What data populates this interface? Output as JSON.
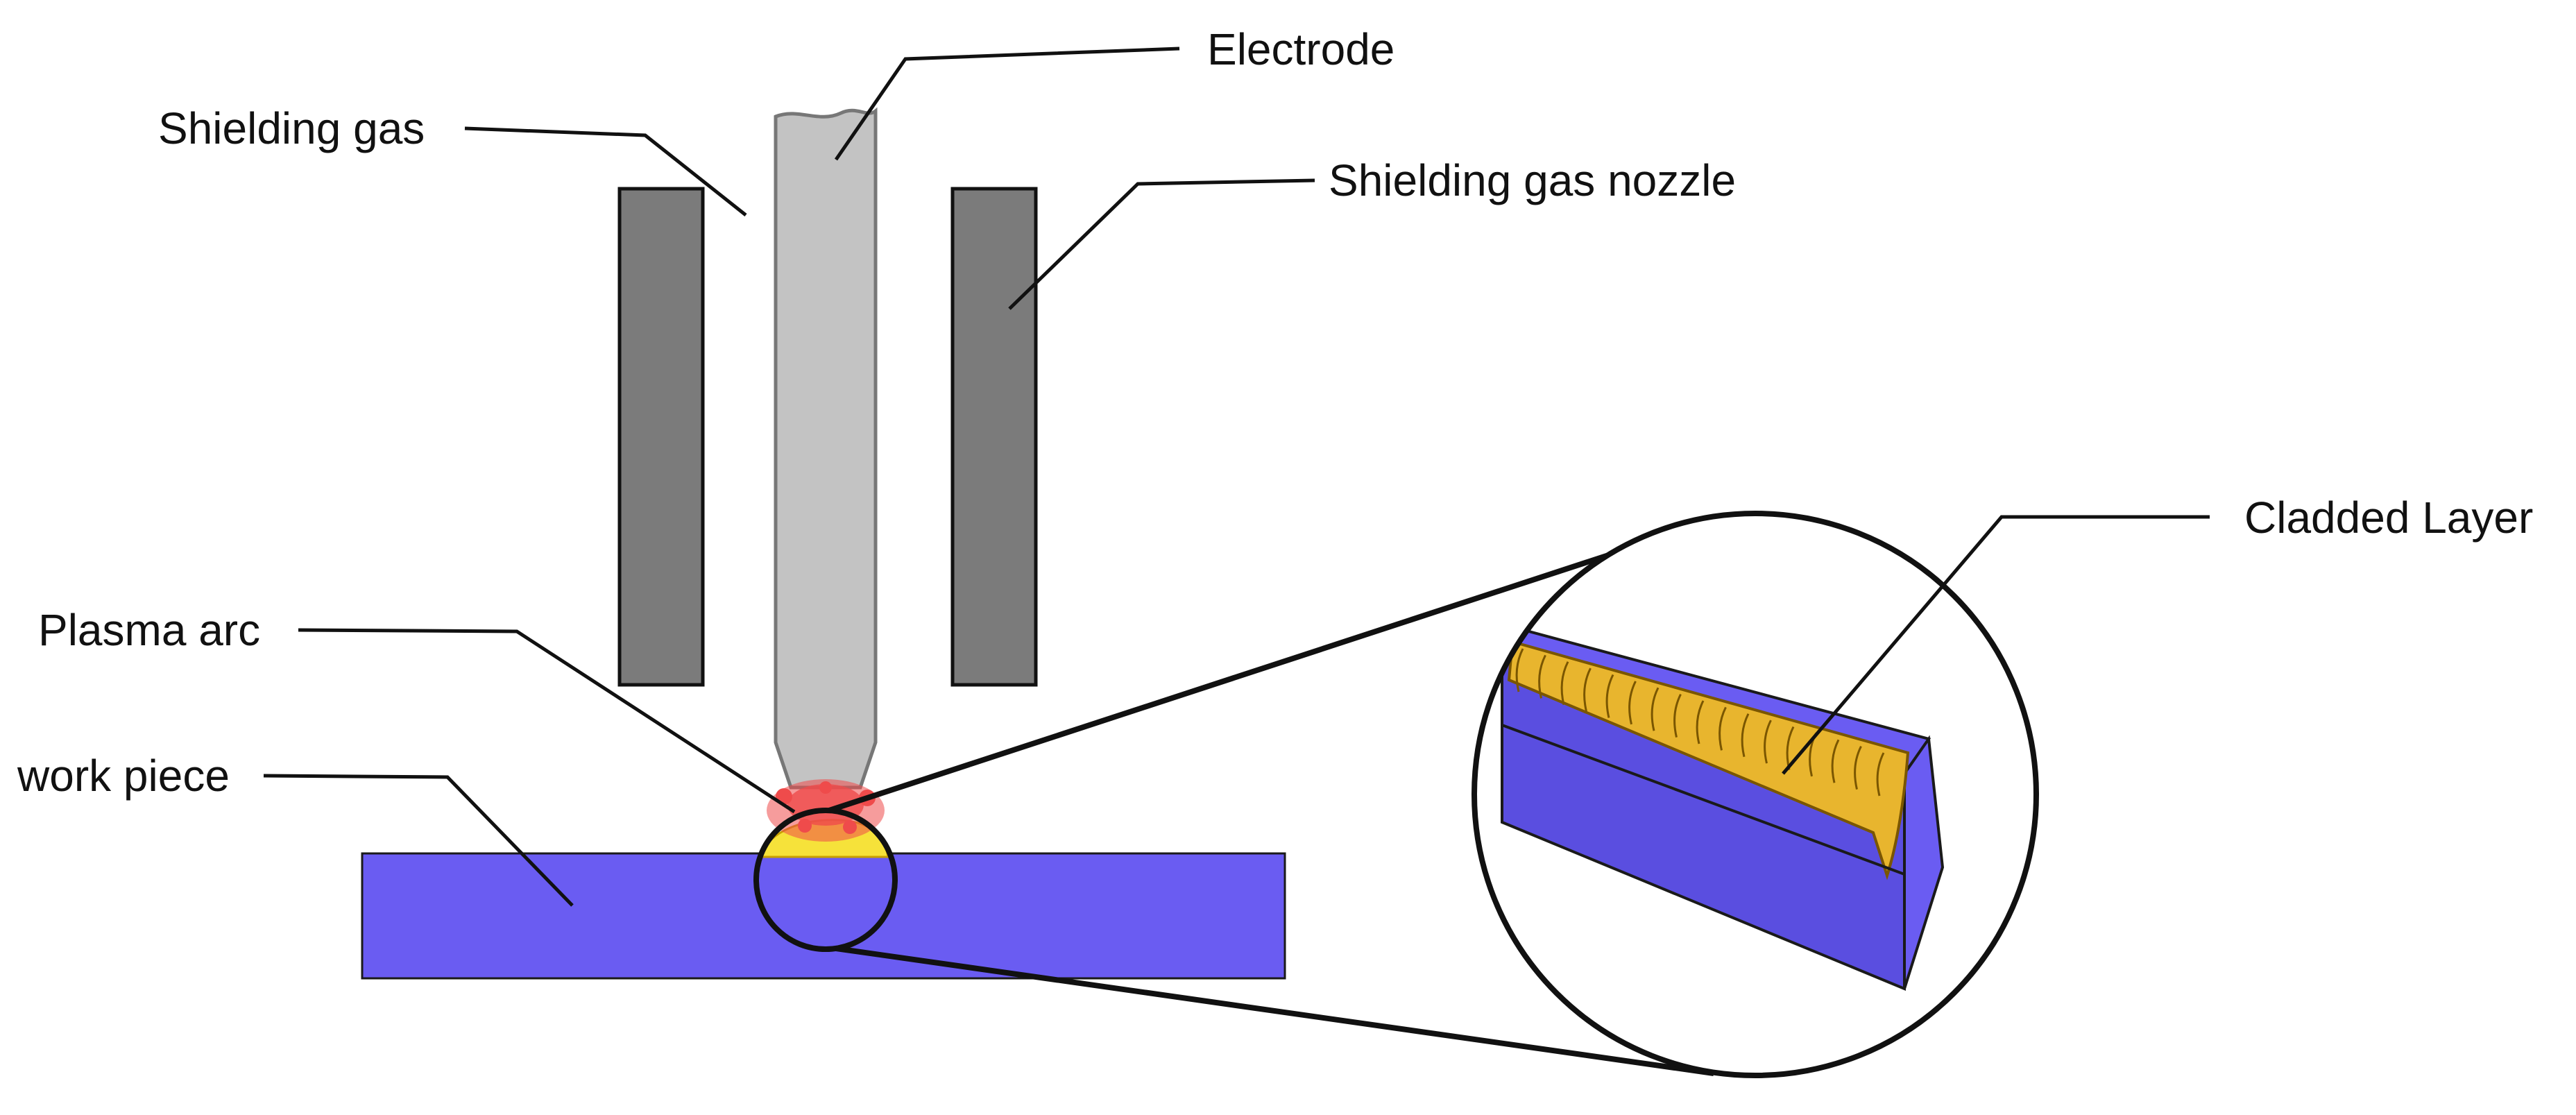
{
  "labels": {
    "electrode": "Electrode",
    "shielding_gas": "Shielding gas",
    "shielding_gas_nozzle": "Shielding gas nozzle",
    "plasma_arc": "Plasma arc",
    "work_piece": "work piece",
    "cladded_layer": "Cladded Layer"
  },
  "colors": {
    "nozzle": "#7b7b7b",
    "electrode": "#c3c3c3",
    "workpiece": "#6a5cf2",
    "workpiece_side": "#5a4ee0",
    "clad_bead": "#e8b52e",
    "arc": "#ef4b4b",
    "melt_pool": "#f6e23a",
    "line": "#111111"
  }
}
